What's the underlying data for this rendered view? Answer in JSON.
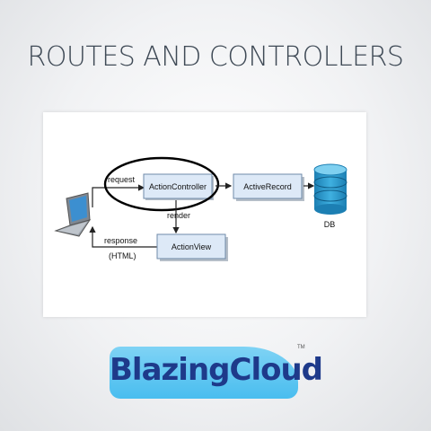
{
  "slide": {
    "title": "ROUTES AND CONTROLLERS"
  },
  "diagram": {
    "nodes": {
      "action_controller": "ActionController",
      "active_record": "ActiveRecord",
      "action_view": "ActionView",
      "db": "DB"
    },
    "edge_labels": {
      "request": "request",
      "render": "render",
      "response": "response",
      "response_format": "(HTML)"
    },
    "icons": [
      "laptop-icon",
      "database-icon"
    ],
    "colors": {
      "box_fill": "#dde9f7",
      "box_border": "#6f8aa8",
      "highlight_ellipse": "#000000",
      "db_fill": "#2c9ad0"
    }
  },
  "logo": {
    "text": "BlazingCloud",
    "tm": "TM",
    "colors": {
      "badge": "#5ac4f0",
      "text": "#1e3a8a"
    }
  }
}
